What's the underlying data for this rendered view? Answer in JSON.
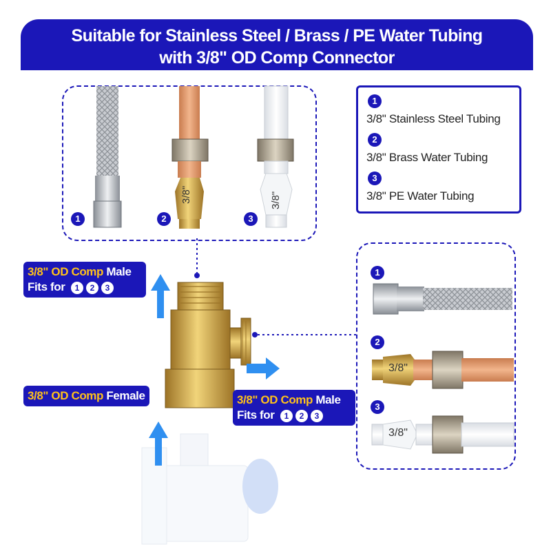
{
  "header": {
    "line1": "Suitable for Stainless Steel  / Brass / PE Water Tubing",
    "line2": "with 3/8\" OD Comp Connector"
  },
  "legend": {
    "items": [
      {
        "num": "1",
        "label": "3/8\" Stainless Steel Tubing"
      },
      {
        "num": "2",
        "label": "3/8\" Brass Water Tubing"
      },
      {
        "num": "3",
        "label": "3/8\" PE Water Tubing"
      }
    ]
  },
  "tubing_numbers": [
    "1",
    "2",
    "3"
  ],
  "tube_marking": "3/8\"",
  "labels": {
    "top_male": {
      "highlight": "3/8\" OD Comp",
      "rest": " Male",
      "fits": "Fits for"
    },
    "female": {
      "highlight": "3/8\" OD Comp",
      "rest": " Female"
    },
    "side_male": {
      "highlight": "3/8\" OD Comp",
      "rest": " Male",
      "fits": "Fits for"
    }
  },
  "colors": {
    "brand_blue": "#1b17b8",
    "highlight_yellow": "#ffc21a",
    "arrow_blue": "#2f8ff0",
    "brass": "#c9a24a",
    "copper": "#e39a6b"
  },
  "icons": [
    "up-arrow-icon",
    "right-arrow-icon"
  ]
}
